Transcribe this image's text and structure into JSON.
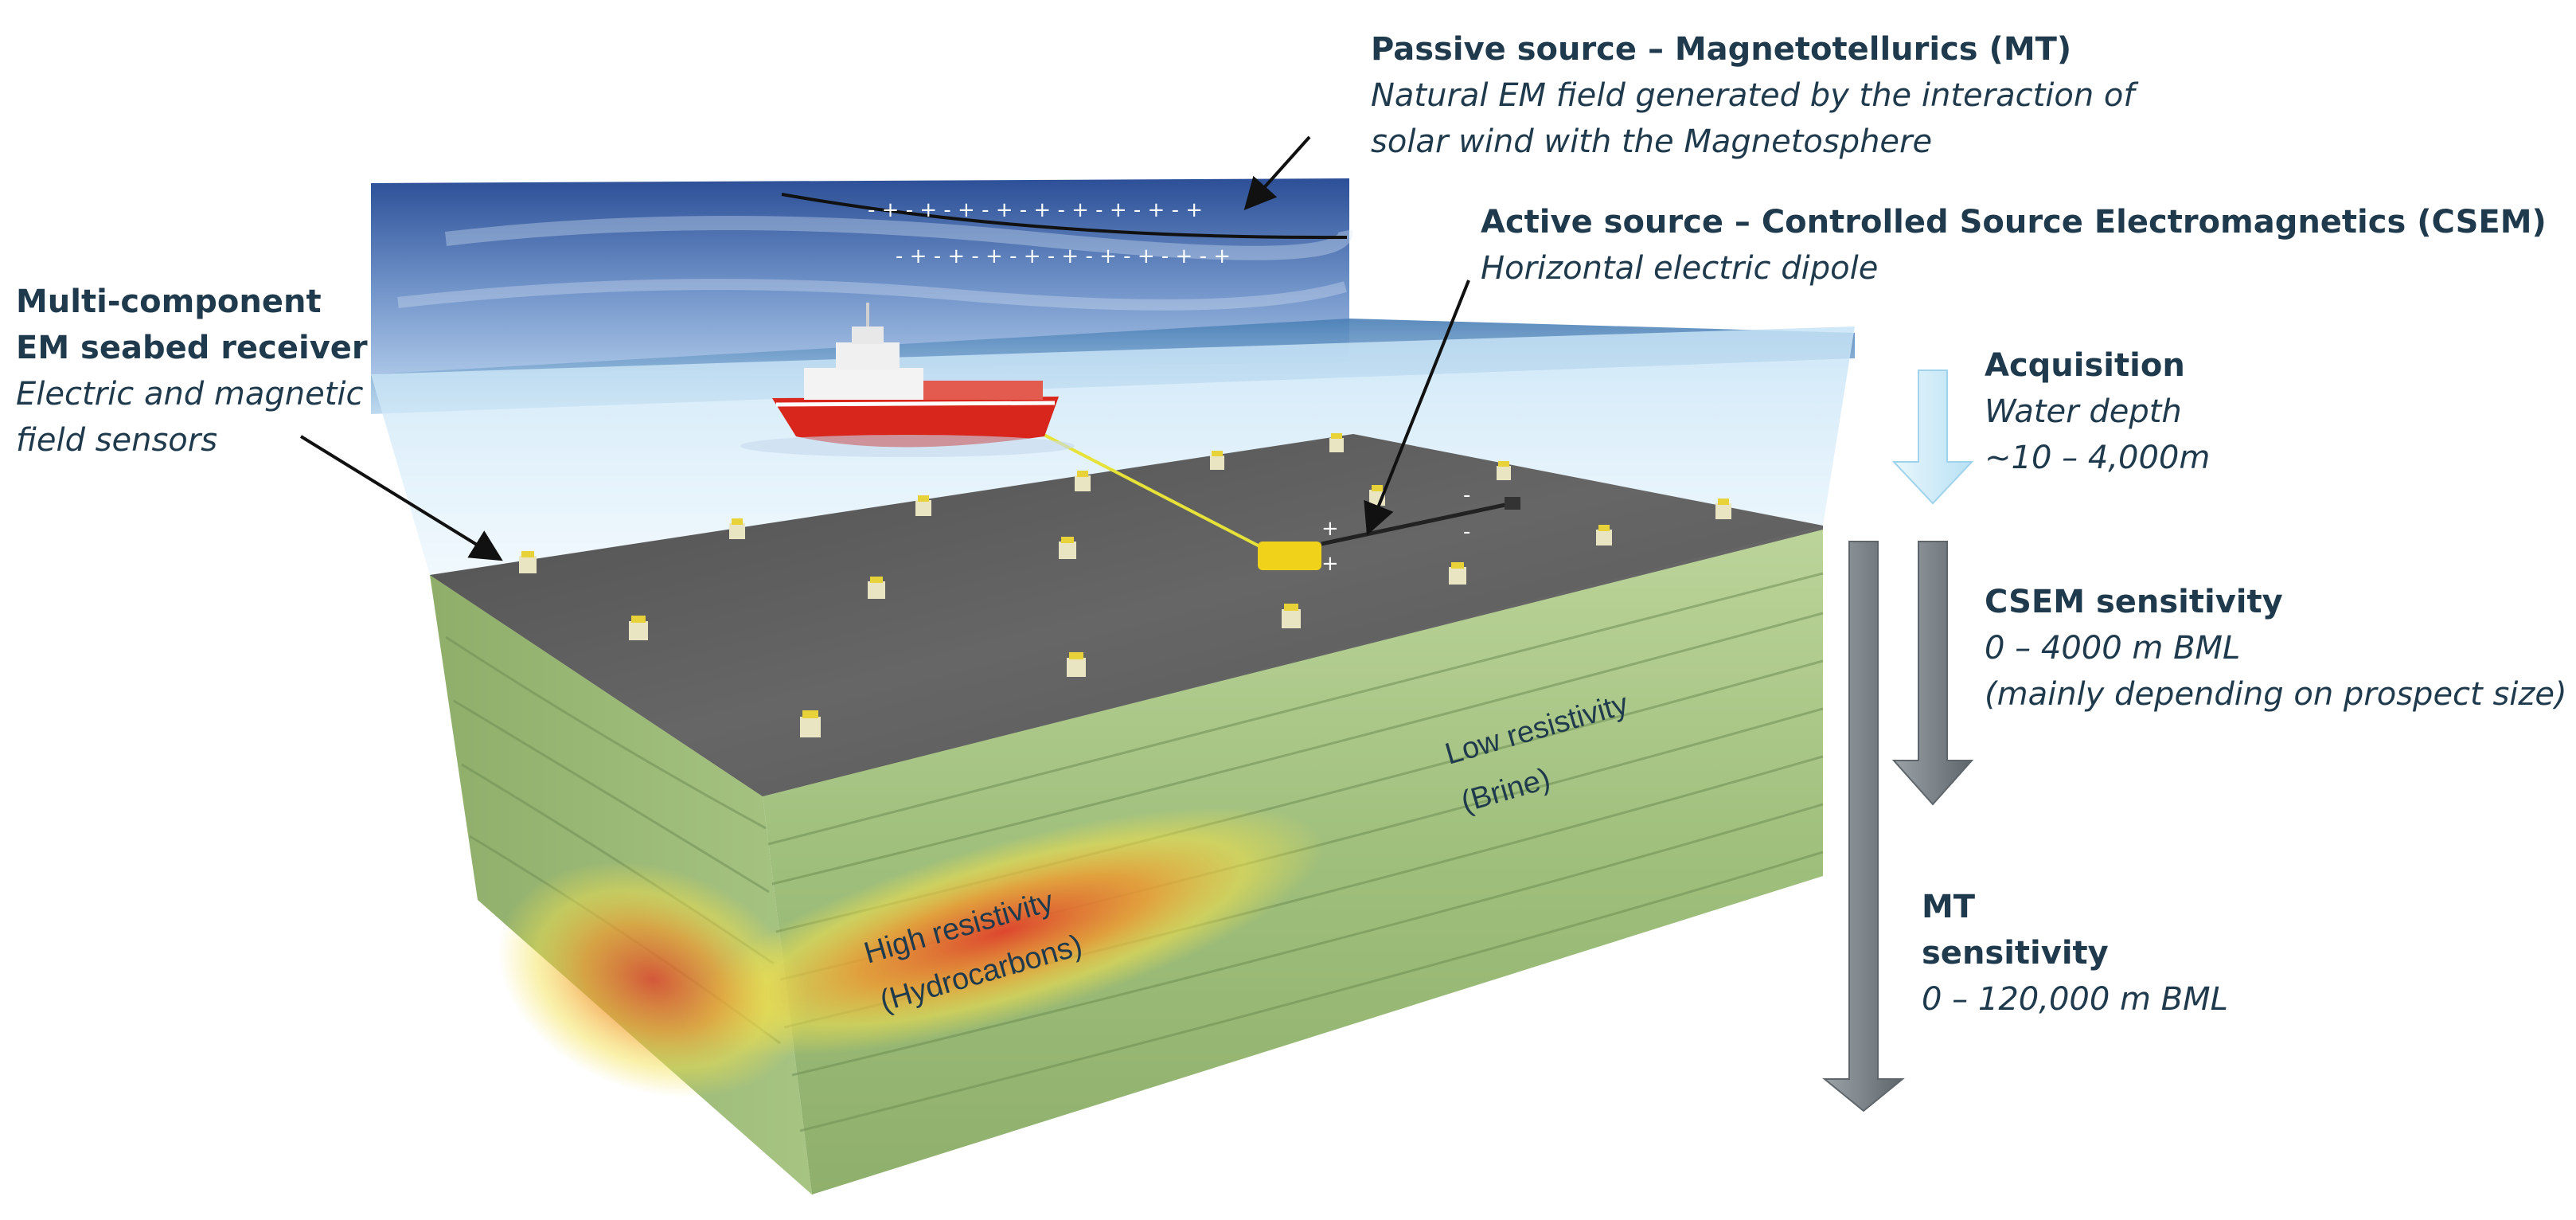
{
  "passive": {
    "title": "Passive source – Magnetotellurics (MT)",
    "desc_line1": "Natural EM field generated by the interaction of",
    "desc_line2": "solar wind with the Magnetosphere"
  },
  "active": {
    "title": "Active source – Controlled Source Electromagnetics (CSEM)",
    "desc": "Horizontal electric dipole"
  },
  "receiver": {
    "title_line1": "Multi-component",
    "title_line2": "EM seabed receiver",
    "desc_line1": "Electric and magnetic",
    "desc_line2": "field sensors"
  },
  "acquisition": {
    "title": "Acquisition",
    "desc_line1": "Water depth",
    "desc_line2": "~10 – 4,000m"
  },
  "csem": {
    "title": "CSEM sensitivity",
    "desc_line1": "0 – 4000 m BML",
    "desc_line2": "(mainly depending on prospect size)"
  },
  "mt": {
    "title_line1": "MT",
    "title_line2": "sensitivity",
    "desc": "0 – 120,000 m BML"
  },
  "subsurface": {
    "low_line1": "Low resistivity",
    "low_line2": "(Brine)",
    "high_line1": "High resistivity",
    "high_line2": "(Hydrocarbons)"
  },
  "charges": {
    "row1": "- + - + - + - + - + - + - + - + - +",
    "row2": "- + - + - + - + - + - + - + - + - +",
    "dipole_plus": "+",
    "dipole_minus": "-"
  },
  "colors": {
    "label_text": "#1f3a4c",
    "ship_hull": "#d8261c",
    "acquisition_arrow": "#d9f1fb",
    "sensitivity_arrow": "#8a9196",
    "seabed": "#5a5a5a",
    "sediment": "#a7c27d",
    "hydrocarbon": "#e0402a"
  }
}
